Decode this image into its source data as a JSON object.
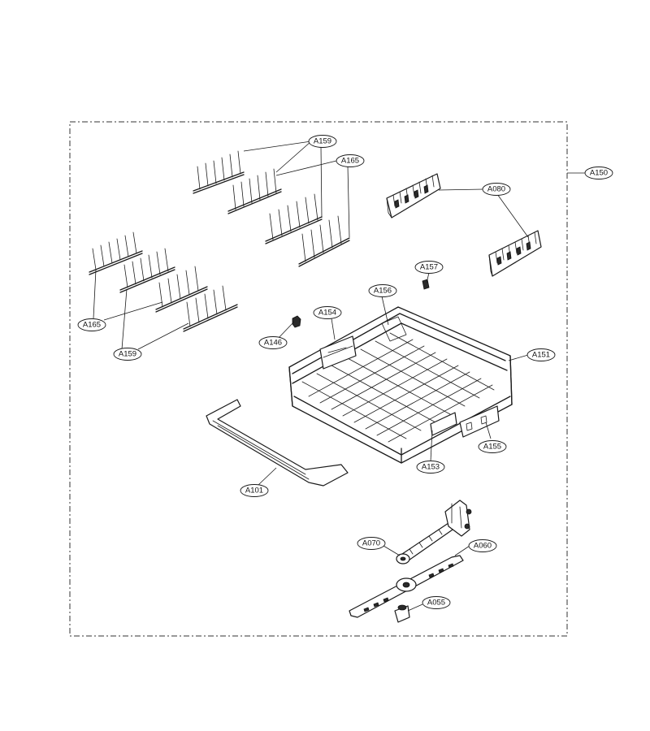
{
  "diagram": {
    "labels": {
      "a150": "A150",
      "a159_top": "A159",
      "a165_top": "A165",
      "a080": "A080",
      "a157": "A157",
      "a156": "A156",
      "a154": "A154",
      "a146": "A146",
      "a151": "A151",
      "a165_left": "A165",
      "a159_left": "A159",
      "a155": "A155",
      "a153": "A153",
      "a101": "A101",
      "a070": "A070",
      "a060": "A060",
      "a055": "A055"
    },
    "colors": {
      "line": "#1a1a1a",
      "background": "#ffffff"
    }
  }
}
